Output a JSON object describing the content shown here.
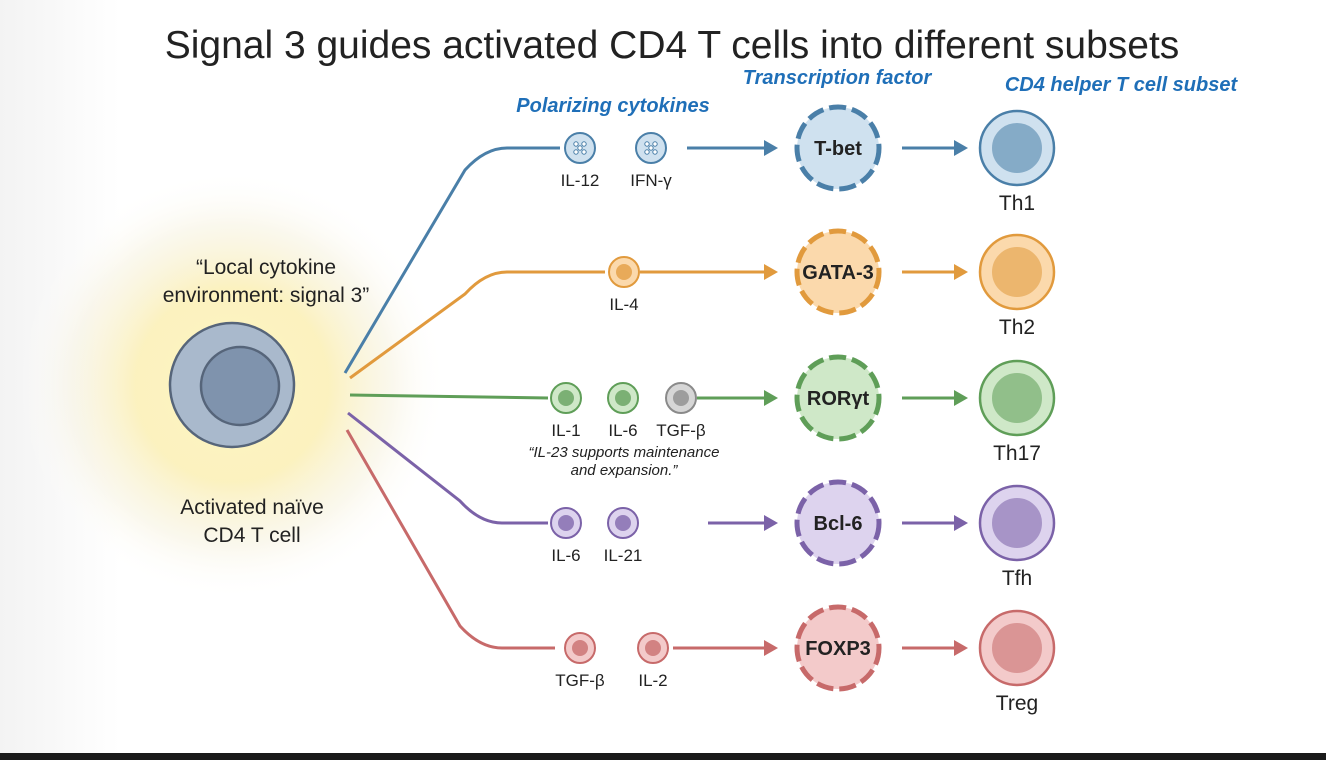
{
  "title": "Signal 3 guides activated CD4 T cells into different subsets",
  "column_headers": {
    "cytokines": "Polarizing cytokines",
    "transcription_factor": "Transcription factor",
    "subset": "CD4 helper T cell subset"
  },
  "naive_cell": {
    "environment_label": [
      "“Local cytokine",
      "environment: signal 3”"
    ],
    "cell_label": [
      "Activated naïve",
      "CD4 T cell"
    ]
  },
  "pathways": [
    {
      "id": "th1",
      "color": "#4a7fa8",
      "light": "#cfe1ef",
      "cytokines": [
        "IL-12",
        "IFN-γ"
      ],
      "cytokine_icon": "granule-dots",
      "transcription_factor": "T-bet",
      "subset": "Th1"
    },
    {
      "id": "th2",
      "color": "#e19a3d",
      "light": "#fbd9ac",
      "cytokines": [
        "IL-4"
      ],
      "transcription_factor": "GATA-3",
      "subset": "Th2"
    },
    {
      "id": "th17",
      "color": "#5f9e58",
      "light": "#cfe8c8",
      "cytokines": [
        "IL-1",
        "IL-6",
        "TGF-β"
      ],
      "cytokine_colors": [
        "#5f9e58",
        "#5f9e58",
        "#8a8a8a"
      ],
      "note": [
        "“IL-23 supports maintenance",
        "and expansion.”"
      ],
      "transcription_factor": "RORγt",
      "subset": "Th17"
    },
    {
      "id": "tfh",
      "color": "#7b62a8",
      "light": "#ddd3ee",
      "cytokines": [
        "IL-6",
        "IL-21"
      ],
      "transcription_factor": "Bcl-6",
      "subset": "Tfh"
    },
    {
      "id": "treg",
      "color": "#c76a6a",
      "light": "#f3caca",
      "cytokines": [
        "TGF-β",
        "IL-2"
      ],
      "transcription_factor": "FOXP3",
      "subset": "Treg"
    }
  ],
  "colors": {
    "title": "#222222",
    "header": "#1f6fb8",
    "text": "#222222"
  }
}
